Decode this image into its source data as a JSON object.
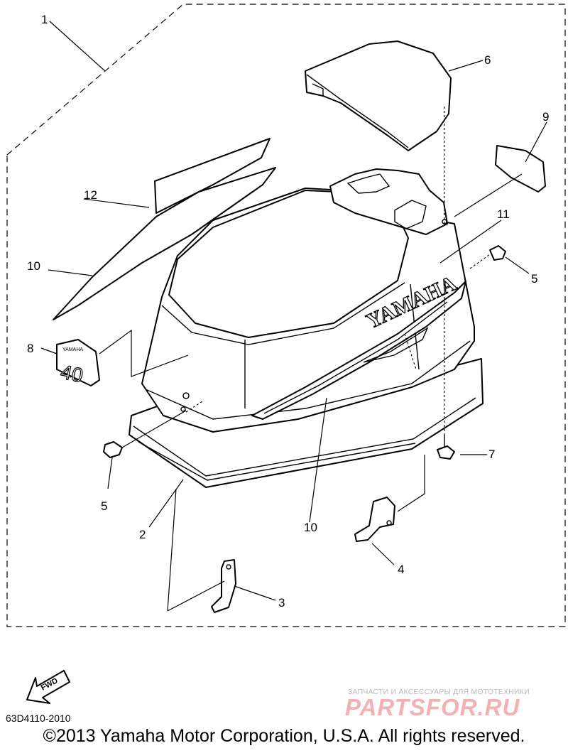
{
  "callouts": {
    "c1": "1",
    "c2": "2",
    "c3": "3",
    "c4": "4",
    "c5a": "5",
    "c5b": "5",
    "c6": "6",
    "c7": "7",
    "c8": "8",
    "c9": "9",
    "c10a": "10",
    "c10b": "10",
    "c11": "11",
    "c12": "12"
  },
  "cowl_brand": "YAMAHA",
  "emblem": {
    "brand": "YAMAHA",
    "model": "40"
  },
  "fwd_label": "FWD",
  "diagram_code": "63D4110-2010",
  "copyright": "©2013 Yamaha Motor Corporation, U.S.A. All rights reserved.",
  "watermark": {
    "caption": "ЗАПЧАСТИ И АКСЕССУАРЫ ДЛЯ МОТОТЕХНИКИ",
    "logo": "PARTSFOR.RU"
  },
  "colors": {
    "line": "#000000",
    "watermark_caption": "#b9b9b9",
    "watermark_logo": "#f2b1b4"
  }
}
